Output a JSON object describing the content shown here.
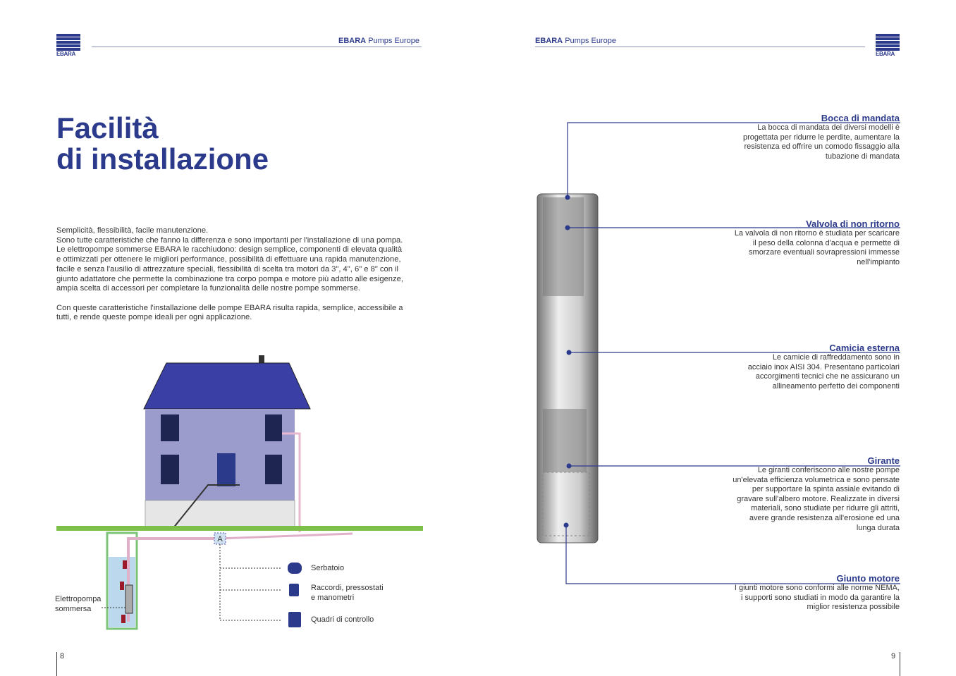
{
  "header": {
    "brand": "EBARA",
    "brand_suffix": "Pumps Europe",
    "logo_text": "EBARA"
  },
  "left": {
    "title_line1": "Facilità",
    "title_line2": "di installazione",
    "para1": [
      "Semplicità, flessibilità, facile manutenzione.",
      "Sono tutte caratteristiche che fanno la differenza e sono importanti per l'installazione di una pompa.",
      "Le elettropompe sommerse EBARA le racchiudono: design semplice, componenti di elevata qualità",
      "e ottimizzati per ottenere le migliori performance, possibilità di effettuare una rapida manutenzione,",
      "facile e senza l'ausilio di attrezzature speciali, flessibilità di scelta tra motori da 3\", 4\", 6\" e 8\" con il",
      "giunto adattatore che permette la combinazione tra corpo pompa e motore più adatto alle esigenze,",
      "ampia scelta di accessori per completare la funzionalità delle nostre pompe sommerse."
    ],
    "para2": [
      "Con queste caratteristiche l'installazione delle pompe EBARA risulta rapida, semplice, accessibile a",
      "tutti, e rende queste pompe ideali per ogni applicazione."
    ],
    "diagram": {
      "marker": "A",
      "pump_label_1": "Elettropompa",
      "pump_label_2": "sommersa",
      "accessories": [
        {
          "icon": "tank-icon",
          "l1": "Serbatoio",
          "l2": ""
        },
        {
          "icon": "fitting-icon",
          "l1": "Raccordi, pressostati",
          "l2": "e manometri"
        },
        {
          "icon": "control-panel-icon",
          "l1": "Quadri di controllo",
          "l2": ""
        }
      ]
    },
    "page_number": "8"
  },
  "right": {
    "callouts": [
      {
        "title": "Bocca di mandata",
        "lines": [
          "La bocca di mandata dei diversi modelli è",
          "progettata per ridurre le perdite, aumentare la",
          "resistenza ed offrire un comodo fissaggio alla",
          "tubazione di mandata"
        ]
      },
      {
        "title": "Valvola di non ritorno",
        "lines": [
          "La valvola di non ritorno è studiata per scaricare",
          "il peso della colonna d'acqua e permette di",
          "smorzare eventuali sovrapressioni immesse",
          "nell'impianto"
        ]
      },
      {
        "title": "Camicia esterna",
        "lines": [
          "Le camicie di raffreddamento sono in",
          "acciaio inox AISI 304. Presentano particolari",
          "accorgimenti tecnici che ne assicurano un",
          "allineamento perfetto dei componenti"
        ]
      },
      {
        "title": "Girante",
        "lines": [
          "Le giranti conferiscono alle nostre pompe",
          "un'elevata efficienza volumetrica e sono pensate",
          "per supportare la spinta assiale evitando di",
          "gravare sull'albero motore. Realizzate in diversi",
          "materiali, sono studiate per ridurre gli attriti,",
          "avere grande resistenza all'erosione ed una",
          "lunga durata"
        ]
      },
      {
        "title": "Giunto motore",
        "lines": [
          "I giunti motore sono conformi alle norme NEMA,",
          "i supporti sono studiati in modo da garantire la",
          "miglior resistenza possibile"
        ]
      }
    ],
    "page_number": "9"
  },
  "colors": {
    "brand": "#2c3a8c",
    "wall": "#9b9bcc",
    "roof": "#3a3fa6"
  }
}
